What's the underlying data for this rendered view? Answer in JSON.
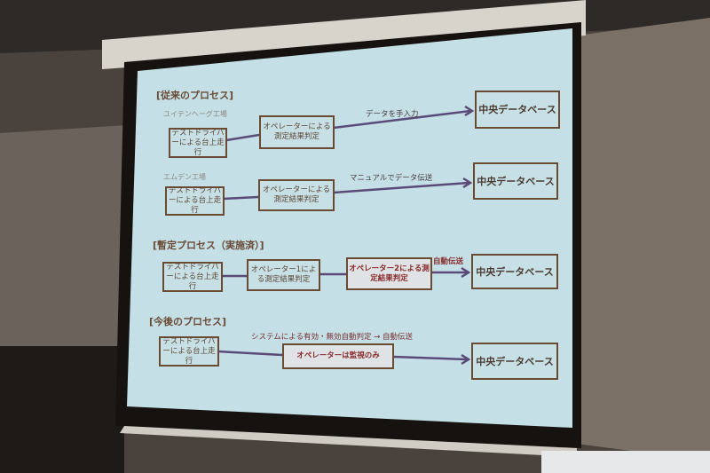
{
  "colors": {
    "screen": "#c4dfe6",
    "box_border": "#6a4a30",
    "arrow": "#5a4a78",
    "highlight_text": "#8a2a2a"
  },
  "sections": [
    {
      "title": "[従来のプロセス]",
      "rows": [
        {
          "site": "ユイテンヘーグ工場",
          "start": "テストドライバーによる台上走行",
          "step": "オペレーターによる測定結果判定",
          "arrow_label": "データを手入力",
          "end": "中央データベース"
        },
        {
          "site": "エムデン工場",
          "start": "テストドライバーによる台上走行",
          "step": "オペレーターによる測定結果判定",
          "arrow_label": "マニュアルでデータ伝送",
          "end": "中央データベース"
        }
      ]
    },
    {
      "title": "[暫定プロセス（実施済）]",
      "rows": [
        {
          "start": "テストドライバーによる台上走行",
          "step1": "オペレーター1による測定結果判定",
          "step2": "オペレーター2による測定結果判定",
          "arrow_label": "自動伝送",
          "end": "中央データベース"
        }
      ]
    },
    {
      "title": "[今後のプロセス]",
      "rows": [
        {
          "start": "テストドライバーによる台上走行",
          "arrow_label": "システムによる有効・無効自動判定 → 自動伝送",
          "step": "オペレーターは監視のみ",
          "end": "中央データベース"
        }
      ]
    }
  ]
}
